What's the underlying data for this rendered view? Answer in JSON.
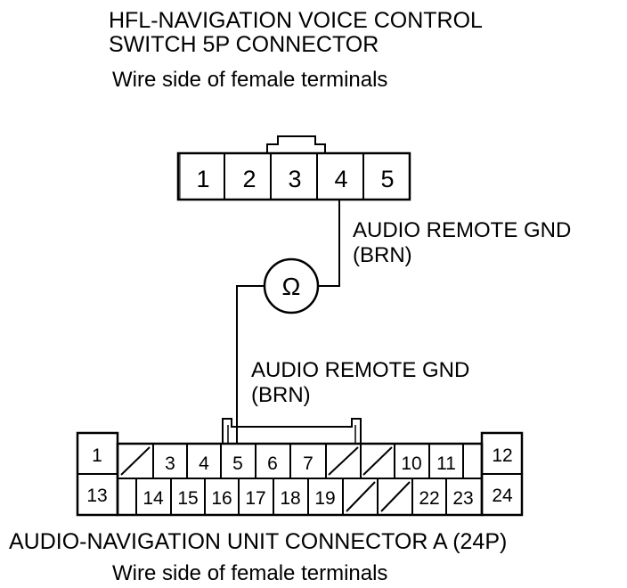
{
  "top_connector": {
    "title_line1": "HFL-NAVIGATION VOICE CONTROL",
    "title_line2": "SWITCH 5P CONNECTOR",
    "subtitle": "Wire side of female terminals",
    "pins": [
      "1",
      "2",
      "3",
      "4",
      "5"
    ]
  },
  "meter": {
    "symbol": "Ω"
  },
  "wires": {
    "top_label_line1": "AUDIO REMOTE GND",
    "top_label_line2": "(BRN)",
    "bottom_label_line1": "AUDIO REMOTE GND",
    "bottom_label_line2": "(BRN)"
  },
  "bottom_connector": {
    "title": "AUDIO-NAVIGATION UNIT CONNECTOR A (24P)",
    "subtitle": "Wire side of female terminals",
    "left_top_pin": "1",
    "left_bottom_pin": "13",
    "right_top_pin": "12",
    "right_bottom_pin": "24",
    "top_row": [
      "3",
      "4",
      "5",
      "6",
      "7",
      "10",
      "11"
    ],
    "bottom_row": [
      "14",
      "15",
      "16",
      "17",
      "18",
      "19",
      "22",
      "23"
    ]
  }
}
